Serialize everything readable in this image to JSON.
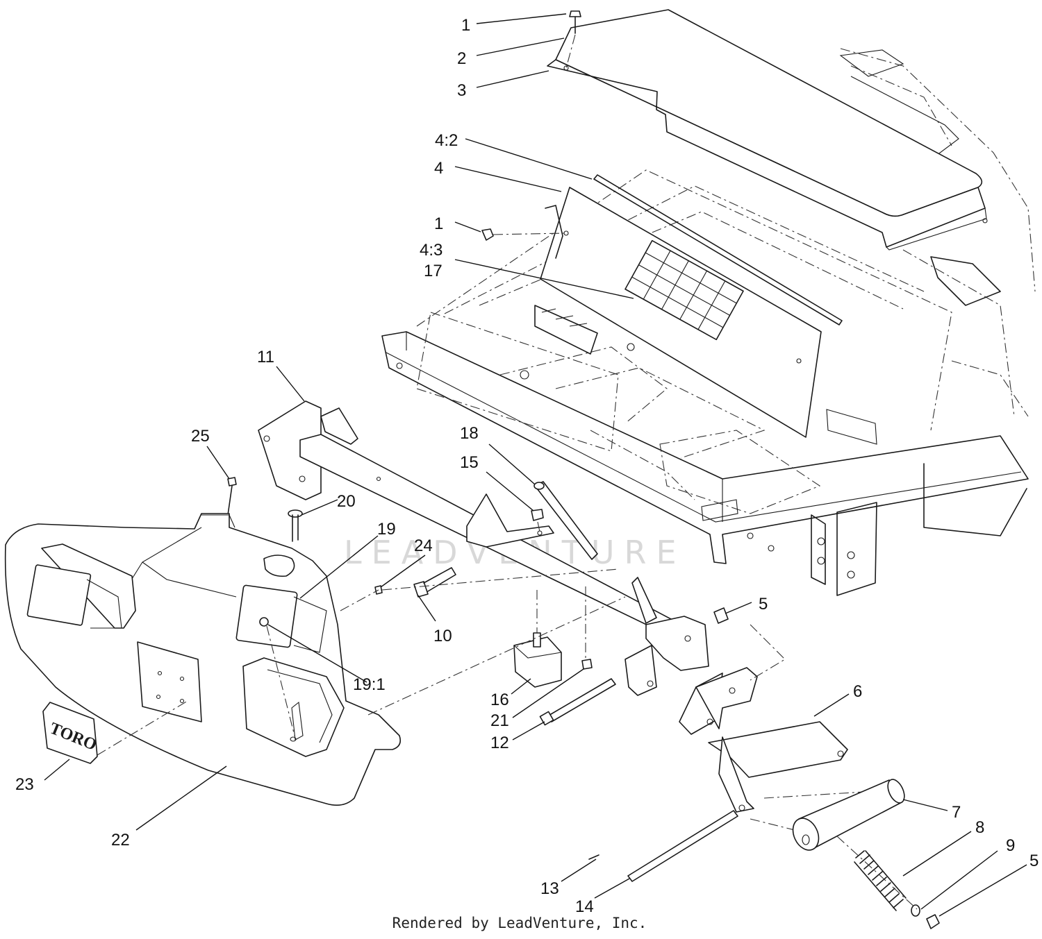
{
  "diagram": {
    "callouts": [
      {
        "id": "c1a",
        "label": "1"
      },
      {
        "id": "c2",
        "label": "2"
      },
      {
        "id": "c3",
        "label": "3"
      },
      {
        "id": "c42",
        "label": "4:2"
      },
      {
        "id": "c4",
        "label": "4"
      },
      {
        "id": "c1b",
        "label": "1"
      },
      {
        "id": "c43",
        "label": "4:3"
      },
      {
        "id": "c17",
        "label": "17"
      },
      {
        "id": "c11",
        "label": "11"
      },
      {
        "id": "c25",
        "label": "25"
      },
      {
        "id": "c18",
        "label": "18"
      },
      {
        "id": "c15",
        "label": "15"
      },
      {
        "id": "c20",
        "label": "20"
      },
      {
        "id": "c19",
        "label": "19"
      },
      {
        "id": "c24",
        "label": "24"
      },
      {
        "id": "c10",
        "label": "10"
      },
      {
        "id": "c5a",
        "label": "5"
      },
      {
        "id": "c191",
        "label": "19:1"
      },
      {
        "id": "c16",
        "label": "16"
      },
      {
        "id": "c21",
        "label": "21"
      },
      {
        "id": "c12",
        "label": "12"
      },
      {
        "id": "c6",
        "label": "6"
      },
      {
        "id": "c23",
        "label": "23"
      },
      {
        "id": "c22",
        "label": "22"
      },
      {
        "id": "c7",
        "label": "7"
      },
      {
        "id": "c8",
        "label": "8"
      },
      {
        "id": "c9",
        "label": "9"
      },
      {
        "id": "c5b",
        "label": "5"
      },
      {
        "id": "c13",
        "label": "13"
      },
      {
        "id": "c14",
        "label": "14"
      }
    ],
    "emblem_text": "TORO",
    "watermark_text": "LEADVENTURE"
  },
  "footer": {
    "rendered_by": "Rendered by LeadVenture, Inc."
  }
}
